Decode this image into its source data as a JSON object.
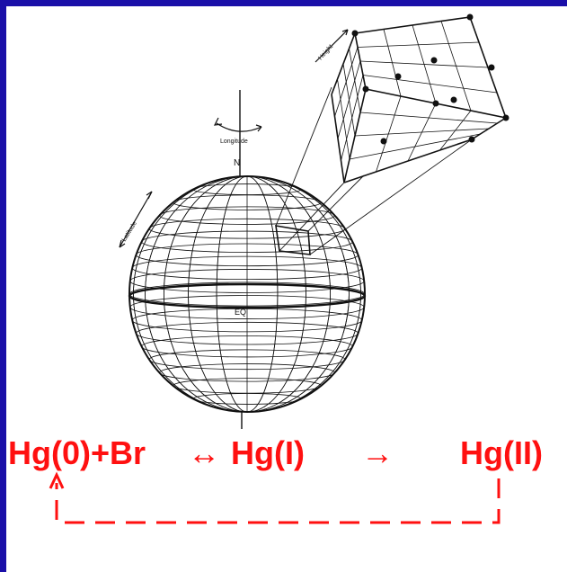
{
  "diagram": {
    "labels": {
      "north": "N",
      "equator": "EQ",
      "longitude": "Longitude",
      "latitude": "Latitude",
      "height": "Height"
    }
  },
  "equation": {
    "species_1": "Hg(0)+Br",
    "arrow_reversible": "↔",
    "species_2": "Hg(I)",
    "arrow_forward": "→",
    "species_3": "Hg(II)"
  },
  "colors": {
    "frame": "#1a0fa8",
    "background": "#ffffff",
    "equation": "#ff1010",
    "line_art": "#111111"
  }
}
